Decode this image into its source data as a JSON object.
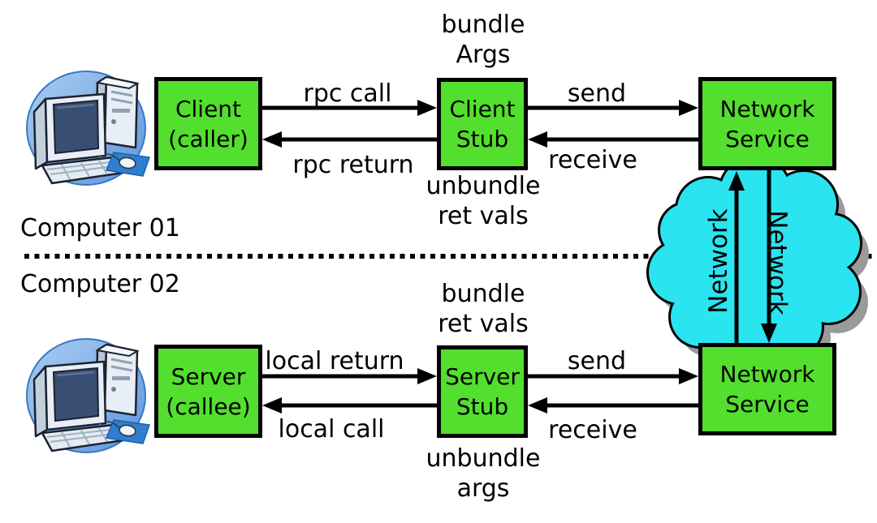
{
  "colors": {
    "box_fill": "#53df2d",
    "cloud_fill": "#2ae4f0",
    "outline": "#000000",
    "shadow": "#9a9a9a",
    "pc_blue": "#5e97dd",
    "pad_blue": "#2f7fd1"
  },
  "sections": {
    "computer1": "Computer 01",
    "computer2": "Computer 02"
  },
  "boxes": {
    "client": {
      "line1": "Client",
      "line2": "(caller)"
    },
    "client_stub": {
      "line1": "Client",
      "line2": "Stub"
    },
    "network_service_top": {
      "line1": "Network",
      "line2": "Service"
    },
    "server": {
      "line1": "Server",
      "line2": "(callee)"
    },
    "server_stub": {
      "line1": "Server",
      "line2": "Stub"
    },
    "network_service_bottom": {
      "line1": "Network",
      "line2": "Service"
    }
  },
  "arrows": {
    "rpc_call": "rpc call",
    "rpc_return": "rpc return",
    "send_top": "send",
    "receive_top": "receive",
    "local_return": "local return",
    "local_call": "local call",
    "send_bottom": "send",
    "receive_bottom": "receive",
    "network_up": "Network",
    "network_down": "Network"
  },
  "annotations": {
    "bundle_args": {
      "line1": "bundle",
      "line2": "Args"
    },
    "unbundle_ret_vals": {
      "line1": "unbundle",
      "line2": "ret vals"
    },
    "bundle_ret_vals": {
      "line1": "bundle",
      "line2": "ret vals"
    },
    "unbundle_args": {
      "line1": "unbundle",
      "line2": "args"
    }
  },
  "icons": {
    "computer": "computer-icon",
    "cloud": "network-cloud-icon"
  }
}
